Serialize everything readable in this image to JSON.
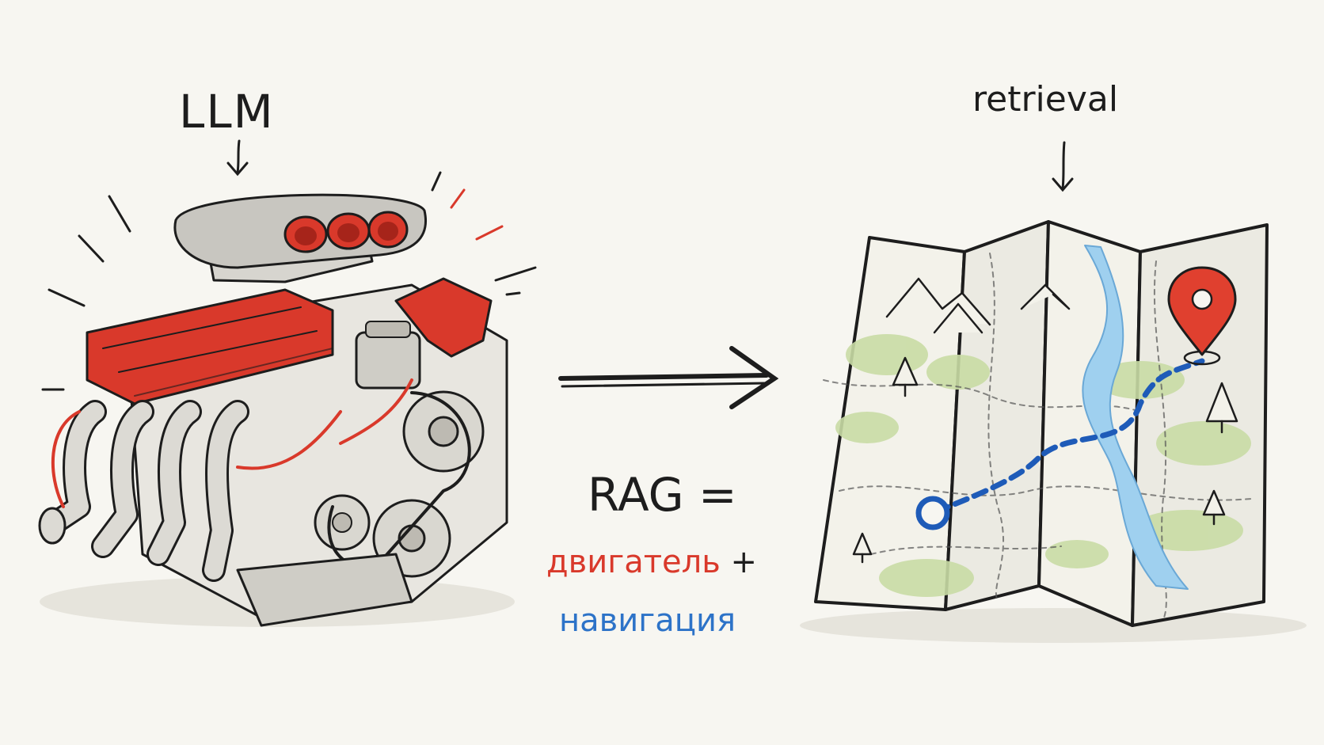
{
  "labels": {
    "llm": "LLM",
    "retrieval": "retrieval",
    "rag": "RAG =",
    "engine": "двигатель",
    "plus": "+",
    "navigation": "навигация"
  },
  "colors": {
    "background": "#f7f6f1",
    "ink": "#1d1d1d",
    "engine_red": "#d9392b",
    "route_blue": "#1e5bb8",
    "navigation_word_blue": "#2d73c8",
    "river_blue": "#9fd0ef",
    "map_green": "#c9dca5",
    "pin_red": "#e0402f"
  },
  "icons": [
    "engine-illustration",
    "map-illustration",
    "location-pin-icon",
    "start-point-icon",
    "mountain-icon",
    "tree-icon"
  ]
}
